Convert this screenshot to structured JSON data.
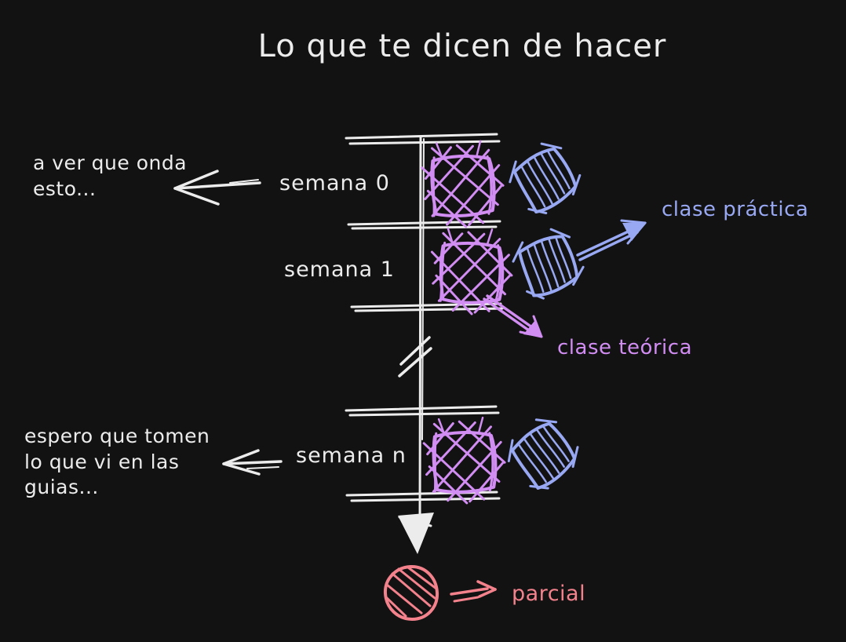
{
  "title": "Lo que te dicen de hacer",
  "colors": {
    "background": "#121212",
    "ink": "#ececec",
    "theory": "#d18df2",
    "practice": "#98a8f2",
    "exam": "#f4828d"
  },
  "timeline": {
    "weeks": [
      {
        "label": "semana 0"
      },
      {
        "label": "semana 1"
      },
      {
        "label": "semana n"
      }
    ]
  },
  "notes": {
    "week0": "a ver que onda esto...",
    "weekn": "espero que tomen lo que vi en las guias..."
  },
  "legend": {
    "practice_label": "clase práctica",
    "theory_label": "clase teórica",
    "exam_label": "parcial"
  }
}
